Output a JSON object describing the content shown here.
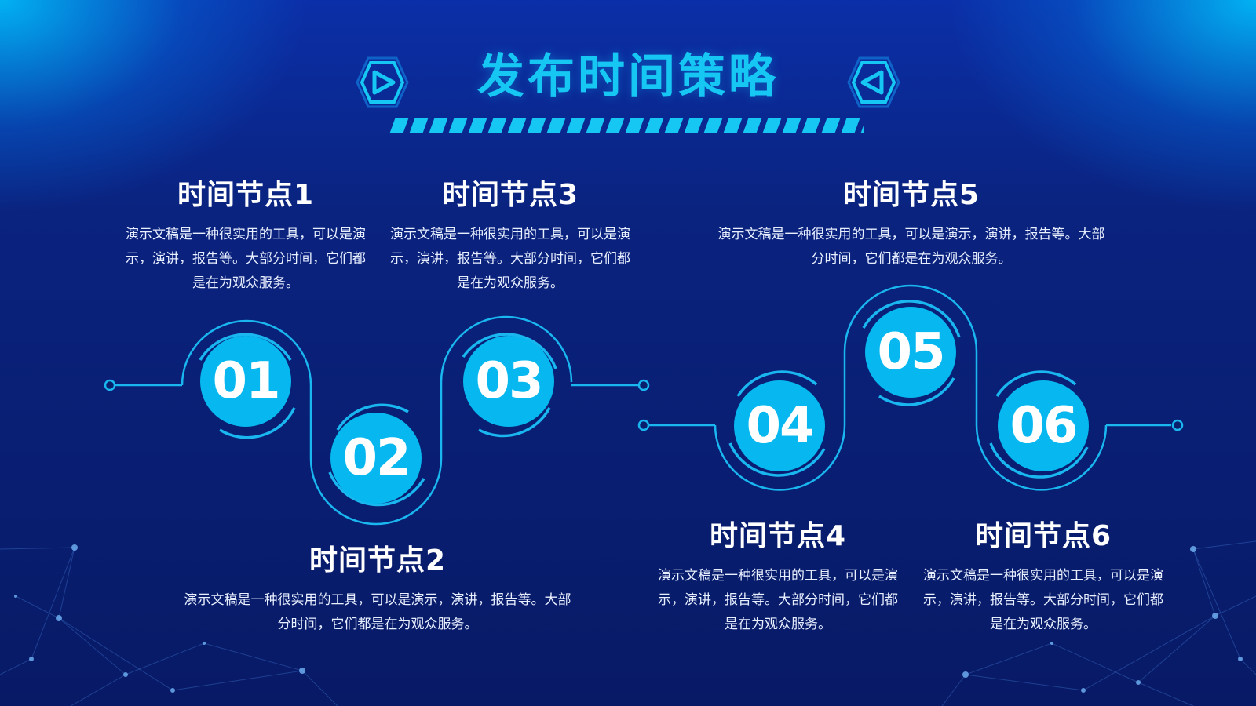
{
  "title": "发布时间策略",
  "colors": {
    "accent": "#16c6f3",
    "circle_fill": "#06b8ef",
    "ring": "#19b6f0",
    "background": "#0a1f6b",
    "text": "#ffffff"
  },
  "nodes": [
    {
      "number": "01",
      "title": "时间节点1",
      "desc": "演示文稿是一种很实用的工具，可以是演示，演讲，报告等。大部分时间，它们都是在为观众服务。"
    },
    {
      "number": "02",
      "title": "时间节点2",
      "desc": "演示文稿是一种很实用的工具，可以是演示，演讲，报告等。大部分时间，它们都是在为观众服务。"
    },
    {
      "number": "03",
      "title": "时间节点3",
      "desc": "演示文稿是一种很实用的工具，可以是演示，演讲，报告等。大部分时间，它们都是在为观众服务。"
    },
    {
      "number": "04",
      "title": "时间节点4",
      "desc": "演示文稿是一种很实用的工具，可以是演示，演讲，报告等。大部分时间，它们都是在为观众服务。"
    },
    {
      "number": "05",
      "title": "时间节点5",
      "desc": "演示文稿是一种很实用的工具，可以是演示，演讲，报告等。大部分时间，它们都是在为观众服务。"
    },
    {
      "number": "06",
      "title": "时间节点6",
      "desc": "演示文稿是一种很实用的工具，可以是演示，演讲，报告等。大部分时间，它们都是在为观众服务。"
    }
  ],
  "icons": {
    "left_deco": "play-right-icon",
    "right_deco": "play-left-icon"
  }
}
